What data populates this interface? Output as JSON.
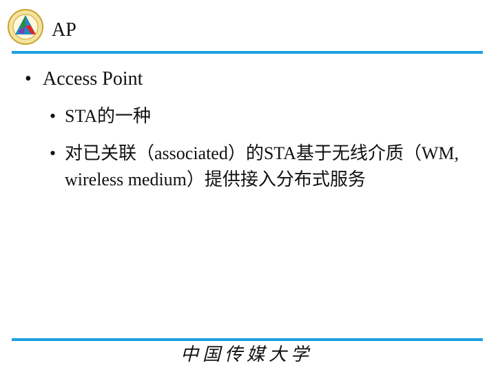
{
  "slide": {
    "title": "AP",
    "bullets": [
      {
        "text": "Access Point",
        "children": [
          {
            "text": "STA的一种"
          },
          {
            "text": "对已关联（associated）的STA基于无线介质（WM, wireless medium）提供接入分布式服务"
          }
        ]
      }
    ]
  },
  "footer": {
    "university_name": "中国传媒大学"
  },
  "colors": {
    "rule": "#1aa0e0"
  }
}
